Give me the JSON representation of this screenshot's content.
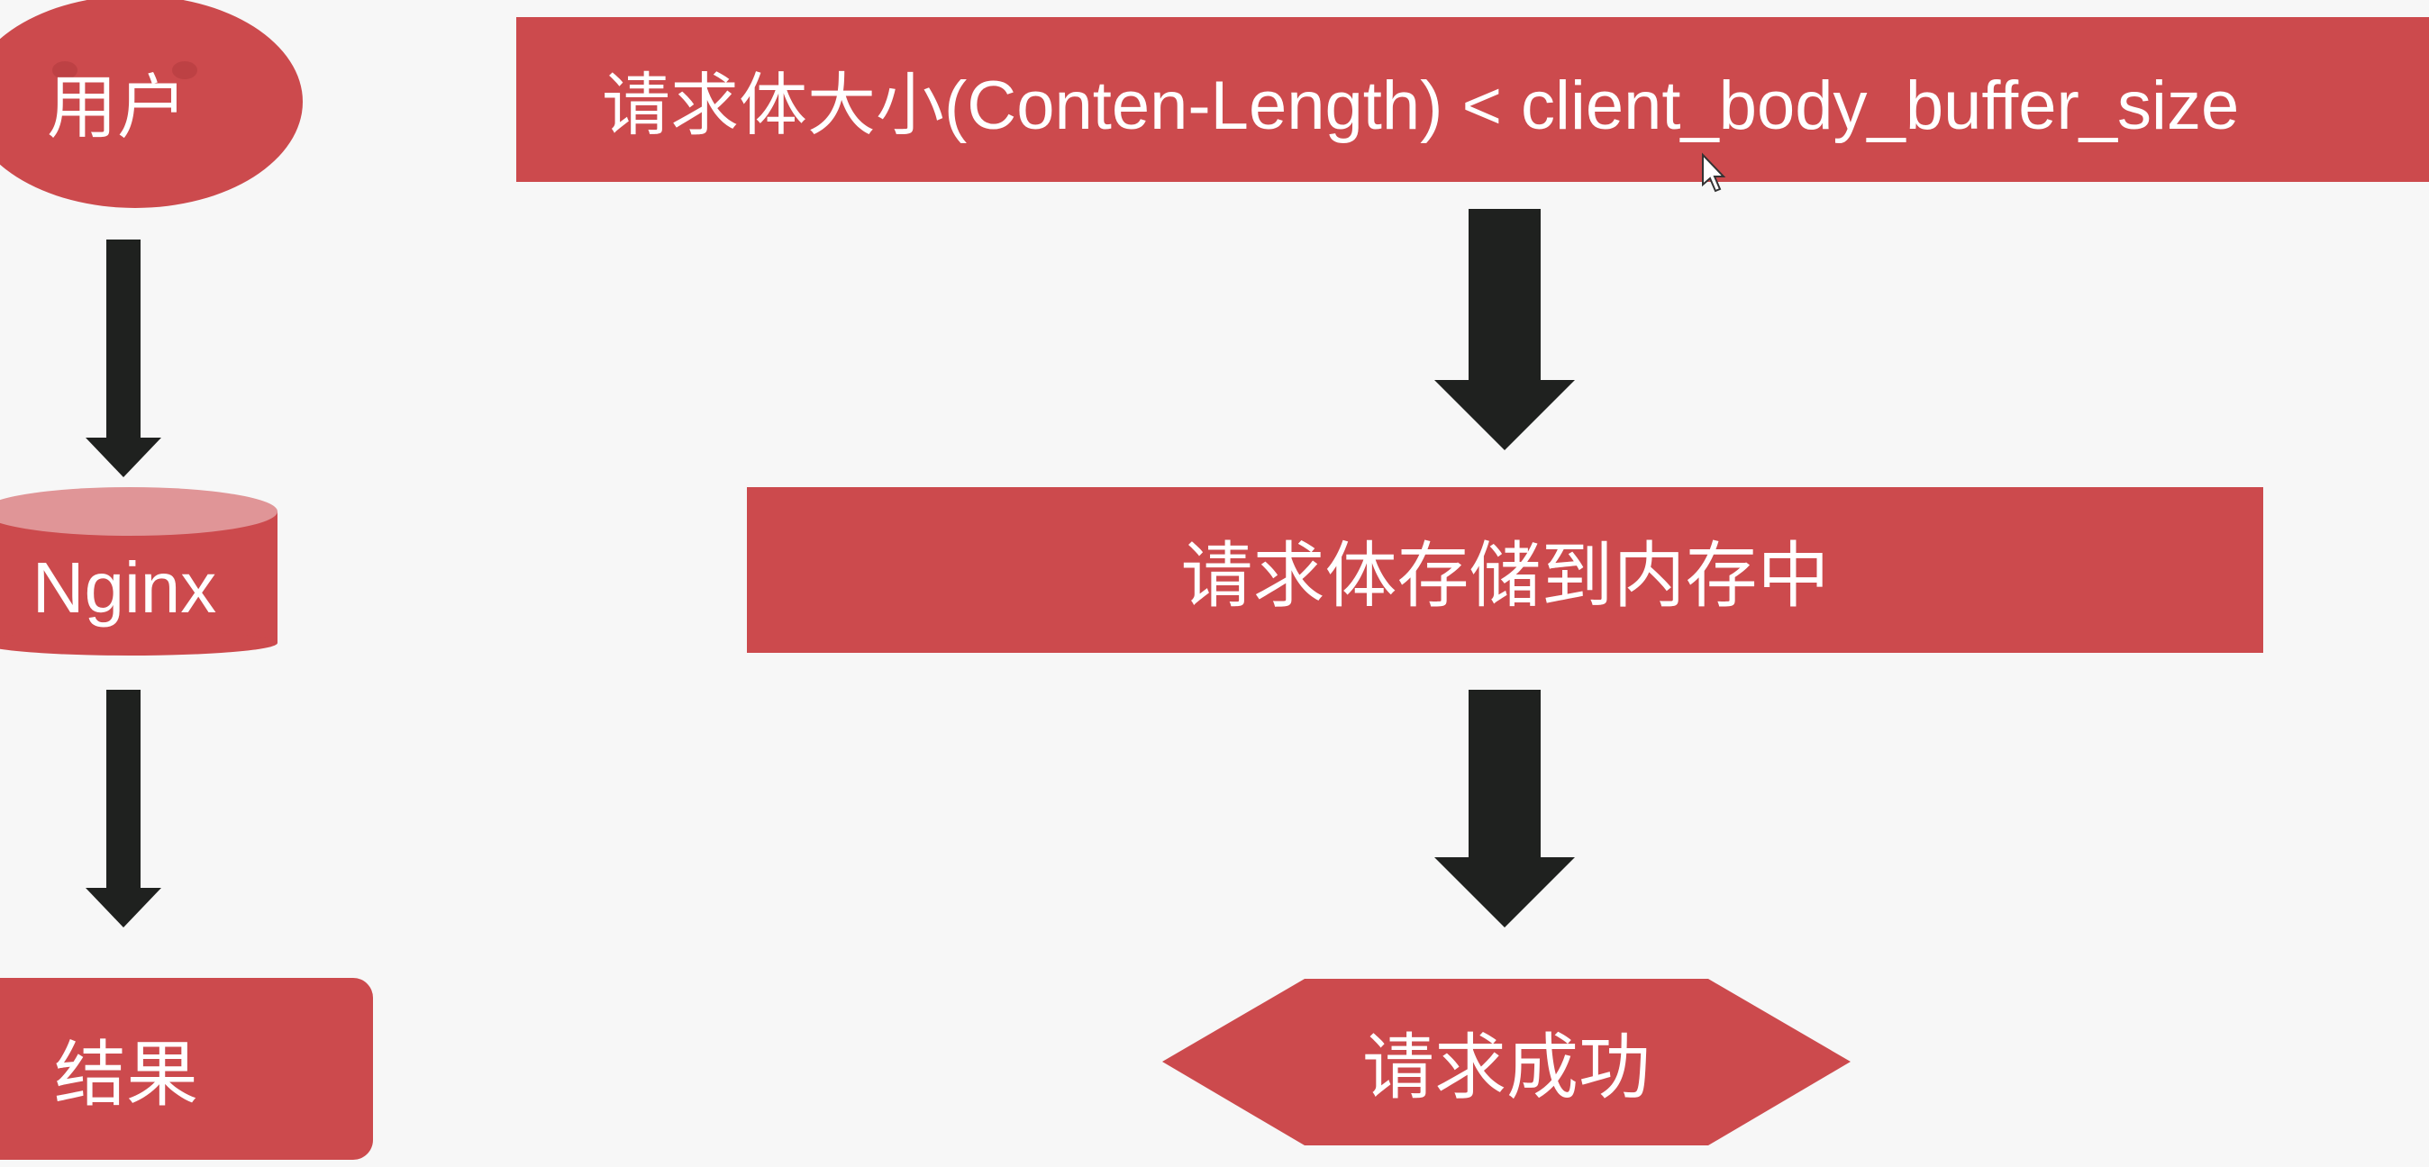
{
  "left_flow": {
    "user_label": "用户",
    "nginx_label": "Nginx",
    "result_label": "结果"
  },
  "right_flow": {
    "condition_label": "请求体大小(Conten-Length) < client_body_buffer_size",
    "store_label": "请求体存储到内存中",
    "success_label": "请求成功"
  },
  "colors": {
    "node_fill": "#cc4a4d",
    "nginx_top": "#e09597",
    "arrow": "#1f211f",
    "background": "#f7f7f7"
  }
}
